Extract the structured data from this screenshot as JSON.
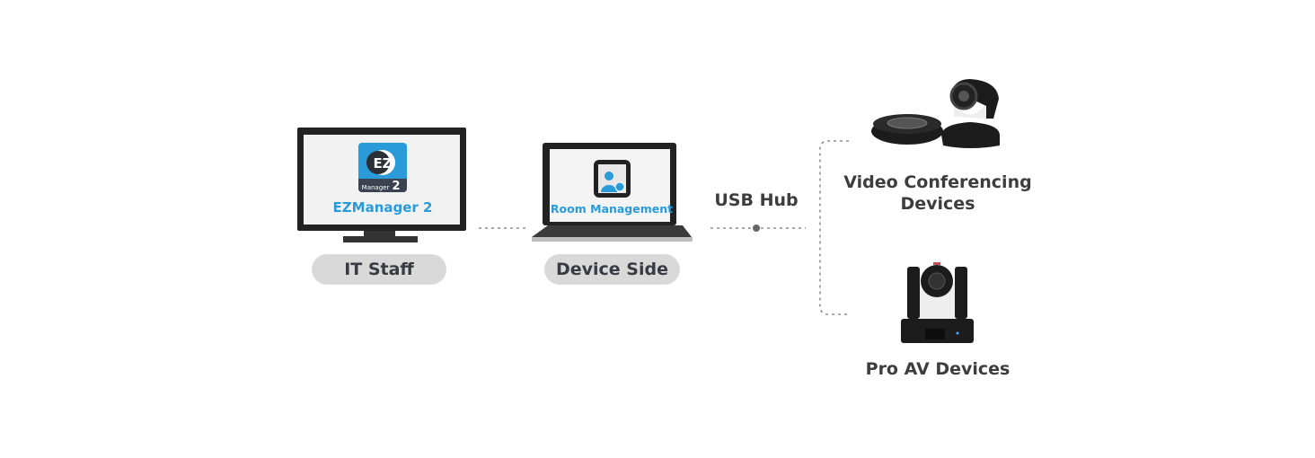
{
  "it_side": {
    "app_name": "EZManager 2",
    "app_icon_text": "EZ",
    "app_icon_sub": "Manager",
    "app_icon_num": "2",
    "label": "IT Staff"
  },
  "device_side": {
    "app_name": "Room Management",
    "label": "Device Side"
  },
  "hub": {
    "label": "USB Hub"
  },
  "targets": [
    {
      "label_line1": "Video Conferencing",
      "label_line2": "Devices"
    },
    {
      "label_line1": "Pro AV Devices"
    }
  ],
  "colors": {
    "accent": "#2a9bd8",
    "pill": "#d9d9d9",
    "device": "#1c1c1c"
  }
}
